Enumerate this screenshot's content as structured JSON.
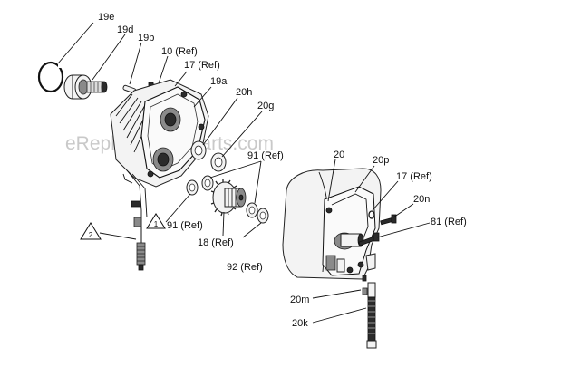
{
  "watermark": "eReplacementParts.com",
  "labels": {
    "l19e": "19e",
    "l19d": "19d",
    "l19b": "19b",
    "l10": "10 (Ref)",
    "l17a": "17 (Ref)",
    "l19a": "19a",
    "l20h": "20h",
    "l20g": "20g",
    "l91a": "91 (Ref)",
    "l91b": "91 (Ref)",
    "l18": "18 (Ref)",
    "l92": "92 (Ref)",
    "l20": "20",
    "l20p": "20p",
    "l17b": "17 (Ref)",
    "l20n": "20n",
    "l81": "81 (Ref)",
    "l20m": "20m",
    "l20k": "20k"
  },
  "warnings": {
    "w1": "1",
    "w2": "2"
  }
}
